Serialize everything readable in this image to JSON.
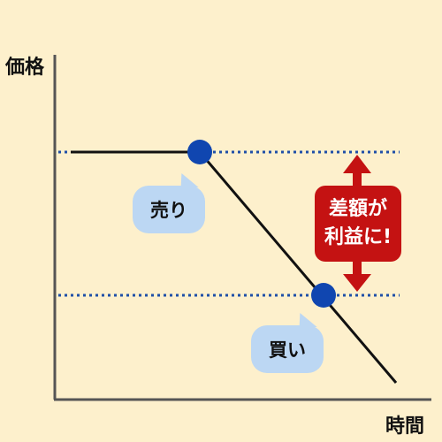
{
  "axes": {
    "y_label": "価格",
    "x_label": "時間"
  },
  "callouts": {
    "sell": "売り",
    "buy": "買い"
  },
  "profit_note": {
    "line1": "差額が",
    "line2": "利益に!"
  },
  "colors": {
    "background": "#fdf0cc",
    "axis": "#555555",
    "price_line": "#111111",
    "dotted_guides": "#1f4fa8",
    "markers": "#1046b0",
    "callout_fill": "#bcd7f3",
    "profit_fill": "#c41212"
  }
}
